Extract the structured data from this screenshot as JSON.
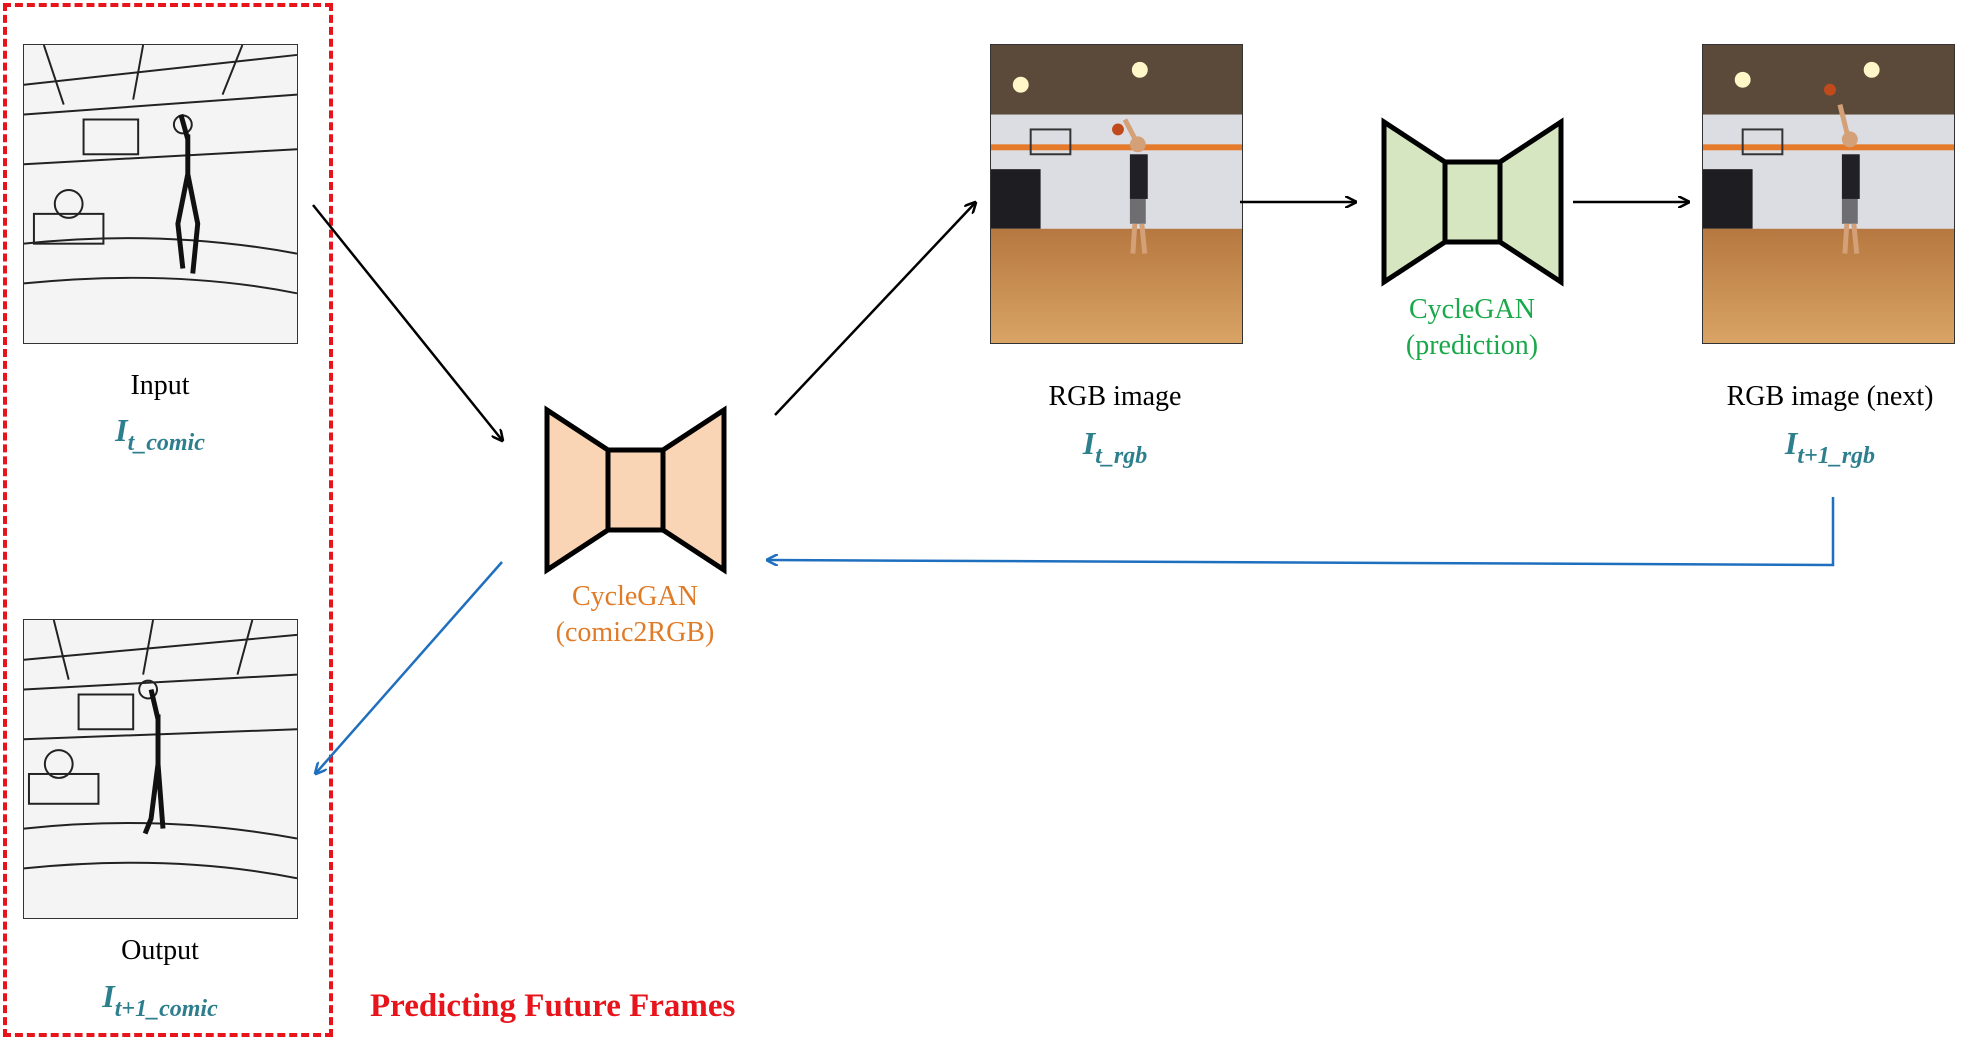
{
  "title": "Predicting Future Frames",
  "nodes": {
    "input": {
      "caption": "Input",
      "symbol_base": "I",
      "symbol_sub": "t_comic",
      "image": "comic-sketch-basketball-frame"
    },
    "output": {
      "caption": "Output",
      "symbol_base": "I",
      "symbol_sub": "t+1_comic",
      "image": "comic-sketch-basketball-next-frame"
    },
    "rgb": {
      "caption": "RGB image",
      "symbol_base": "I",
      "symbol_sub": "t_rgb",
      "image": "rgb-basketball-frame"
    },
    "rgb_next": {
      "caption": "RGB image (next)",
      "symbol_base": "I",
      "symbol_sub": "t+1_rgb",
      "image": "rgb-basketball-next-frame"
    }
  },
  "networks": {
    "comic2rgb": {
      "line1": "CycleGAN",
      "line2": "(comic2RGB)",
      "color": "#e07b28",
      "fill": "#f9d5b6"
    },
    "prediction": {
      "line1": "CycleGAN",
      "line2": "(prediction)",
      "color": "#19a84a",
      "fill": "#d6e6c0"
    }
  },
  "colors": {
    "accent_red": "#e8141b",
    "symbol_teal": "#2e7f8e",
    "arrow_blue": "#1f6fbf",
    "arrow_black": "#000000"
  }
}
